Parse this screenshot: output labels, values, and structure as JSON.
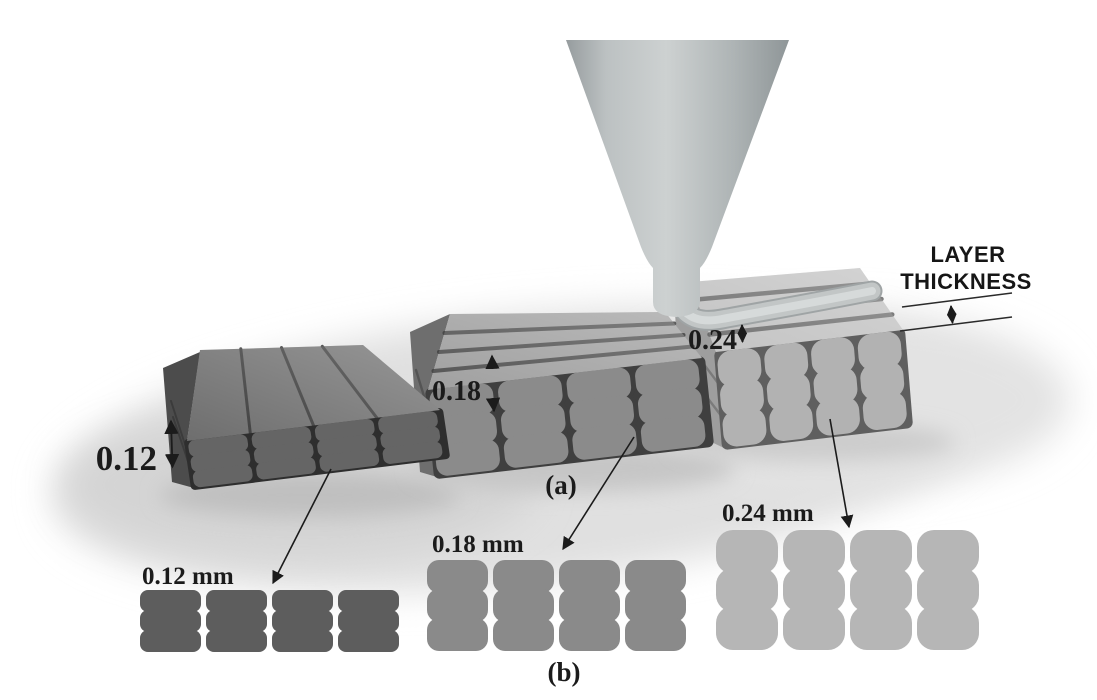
{
  "figure": {
    "panel_a_label": "(a)",
    "panel_b_label": "(b)",
    "layer_thickness_annotation": {
      "line1": "LAYER",
      "line2": "THICKNESS"
    },
    "ink_color": "#1b1b1b",
    "layers": [
      {
        "thickness": "0.12",
        "section_label": "0.12 mm",
        "colors": {
          "top": "#6e6e6e",
          "front": "#656565",
          "side": "#4c4c4c",
          "void": "#2e2e2e",
          "section": "#5d5d5d"
        }
      },
      {
        "thickness": "0.18",
        "section_label": "0.18 mm",
        "colors": {
          "top": "#a0a0a0",
          "front": "#8b8b8b",
          "side": "#6e6e6e",
          "void": "#3f3f3f",
          "section": "#8a8a8a"
        }
      },
      {
        "thickness": "0.24",
        "section_label": "0.24 mm",
        "colors": {
          "top": "#c3c3c3",
          "front": "#b2b2b2",
          "side": "#9e9e9e",
          "void": "#5f5f5f",
          "section": "#b6b6b6"
        }
      }
    ]
  }
}
